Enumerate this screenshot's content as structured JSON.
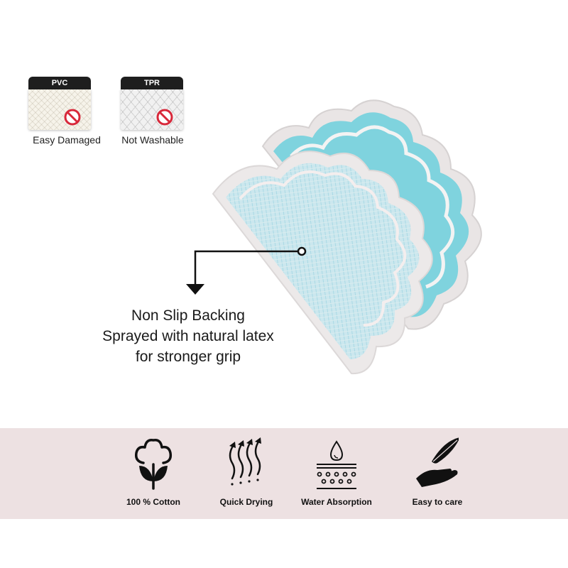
{
  "materials": [
    {
      "badge": "PVC",
      "caption": "Easy Damaged",
      "icon": "prohibited-icon"
    },
    {
      "badge": "TPR",
      "caption": "Not Washable",
      "icon": "prohibited-icon"
    }
  ],
  "callout": {
    "lines": [
      "Non Slip Backing",
      "Sprayed with natural latex",
      "for stronger grip"
    ]
  },
  "features": [
    {
      "label": "100 % Cotton",
      "icon": "cotton-flower-icon"
    },
    {
      "label": "Quick Drying",
      "icon": "quick-drying-icon"
    },
    {
      "label": "Water Absorption",
      "icon": "water-absorption-icon"
    },
    {
      "label": "Easy to care",
      "icon": "easy-care-hand-feather-icon"
    }
  ],
  "colors": {
    "band": "#ede1e2",
    "mat_front": "#c9e7ef",
    "mat_back": "#7fd3de",
    "mat_border": "#eae6e6",
    "prohibited": "#d8283a",
    "badge": "#1e1e1e"
  }
}
